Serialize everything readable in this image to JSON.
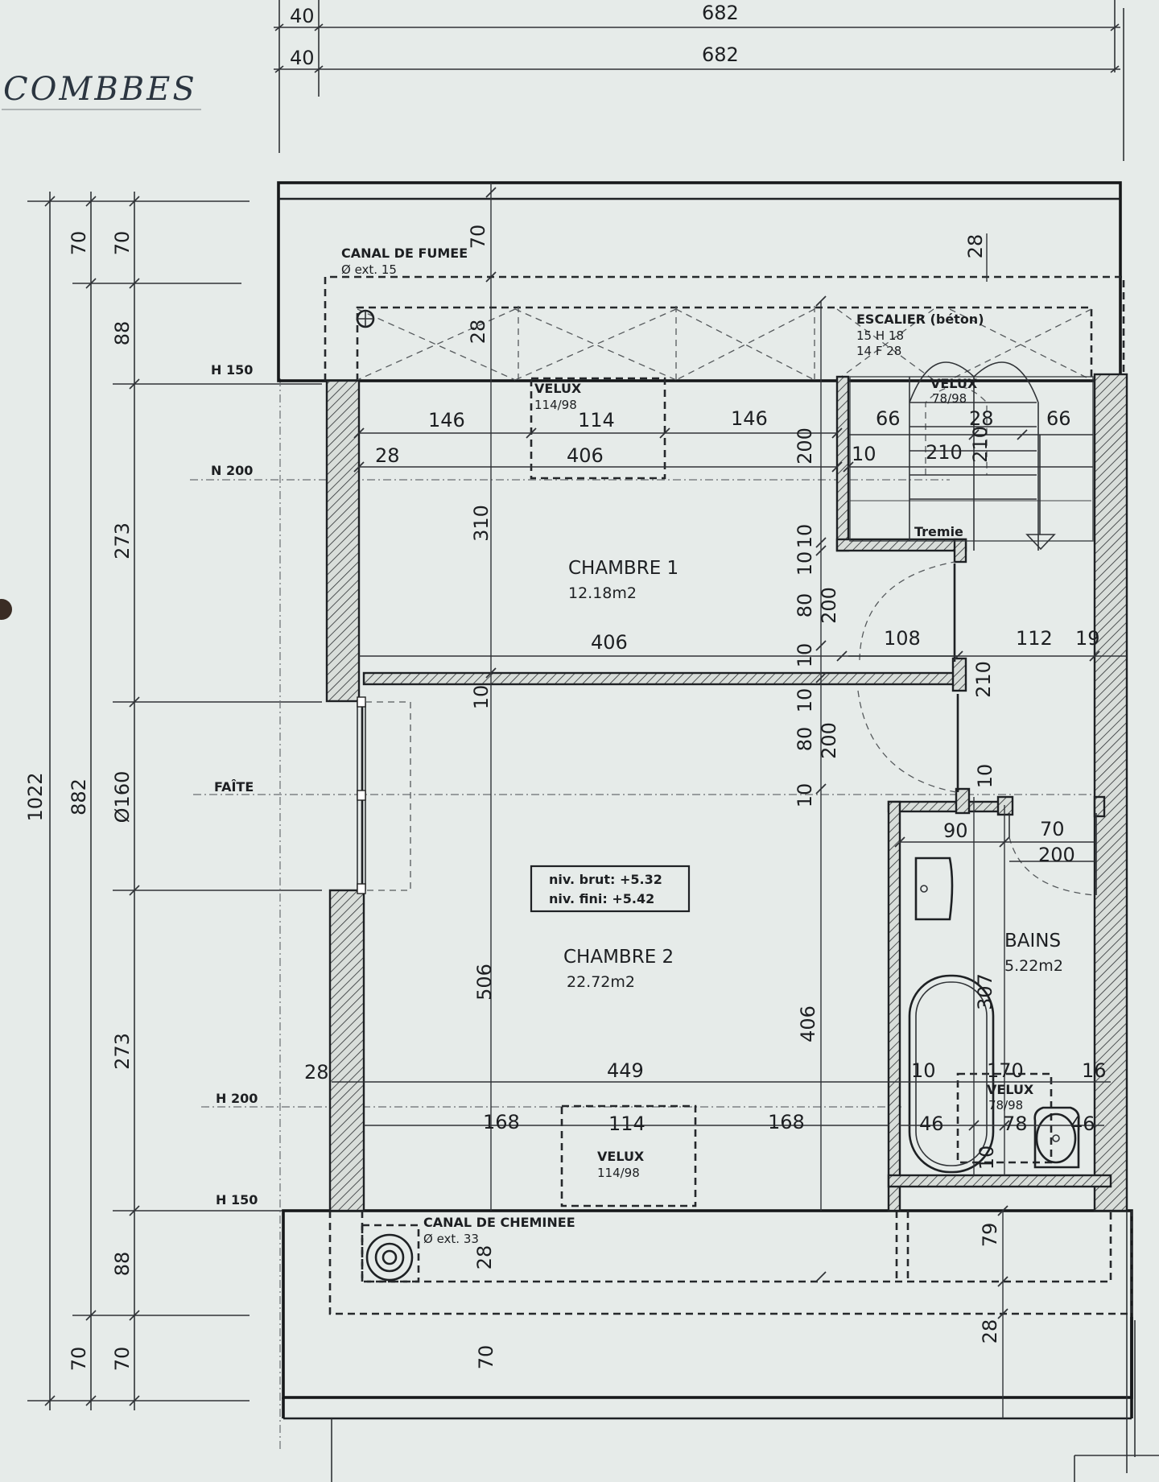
{
  "title": "COMBBES",
  "top_dims": {
    "left_1": "40",
    "left_2": "40",
    "right_1": "682",
    "right_2": "682"
  },
  "levels": {
    "h150_top": "H 150",
    "h200_top": "N 200",
    "faite": "FAÎTE",
    "h200_bottom": "H 200",
    "h150_bottom": "H 150"
  },
  "left_dims": {
    "total": "1022",
    "inner": "882",
    "a_top": "70",
    "b_top": "70",
    "c_top": "88",
    "c_mid1": "273",
    "c_mid2": "Ø160",
    "c_mid3": "273",
    "c_bot": "88",
    "a_bot": "70",
    "b_bot": "70"
  },
  "notes": {
    "smoke_title": "CANAL DE FUMEE",
    "smoke_sub": "Ø ext. 15",
    "stair_title": "ESCALIER (béton)",
    "stair_l1": "15 H 18",
    "stair_l2": "14 F 28",
    "tremie": "Tremie",
    "velux1_title": "VELUX",
    "velux1_size": "114/98",
    "velux2_title": "VELUX",
    "velux2_size": "78/98",
    "velux3_title": "VELUX",
    "velux3_size": "114/98",
    "velux4_title": "VELUX",
    "velux4_size": "78/98",
    "chimney_title": "CANAL DE CHEMINEE",
    "chimney_sub": "Ø ext. 33",
    "niv_brut": "niv. brut: +5.32",
    "niv_fini": "niv. fini:  +5.42"
  },
  "rooms": {
    "ch1_name": "CHAMBRE 1",
    "ch1_area": "12.18m2",
    "ch2_name": "CHAMBRE 2",
    "ch2_area": "22.72m2",
    "bath_name": "BAINS",
    "bath_area": "5.22m2"
  },
  "dims": {
    "v70_top": "70",
    "v28_top": "28",
    "v28_stair": "28",
    "d146a": "146",
    "d114a": "114",
    "d146b": "146",
    "d28a": "28",
    "d406a": "406",
    "v200a": "200",
    "d10a": "10",
    "d66a": "66",
    "d210a": "210",
    "d28b": "28",
    "v210b": "210",
    "d66b": "66",
    "v310": "310",
    "v10a": "10",
    "v10b": "10",
    "v80a": "80",
    "v200b": "200",
    "d406b": "406",
    "d108": "108",
    "d112": "112",
    "d19": "19",
    "v10c": "10",
    "v10d": "10",
    "v210c": "210",
    "v10e": "10",
    "v80b": "80",
    "v200c": "200",
    "v10f": "10",
    "v10g": "10",
    "d90": "90",
    "d70": "70",
    "d200": "200",
    "v506": "506",
    "v406": "406",
    "v307": "307",
    "d28c": "28",
    "d449": "449",
    "d10b": "10",
    "d170": "170",
    "d16": "16",
    "d168a": "168",
    "d114b": "114",
    "d168b": "168",
    "d46a": "46",
    "d78": "78",
    "d46b": "46",
    "v10h": "10",
    "v28_bot": "28",
    "v79": "79",
    "v28_bot2": "28",
    "v70_bot": "70"
  }
}
